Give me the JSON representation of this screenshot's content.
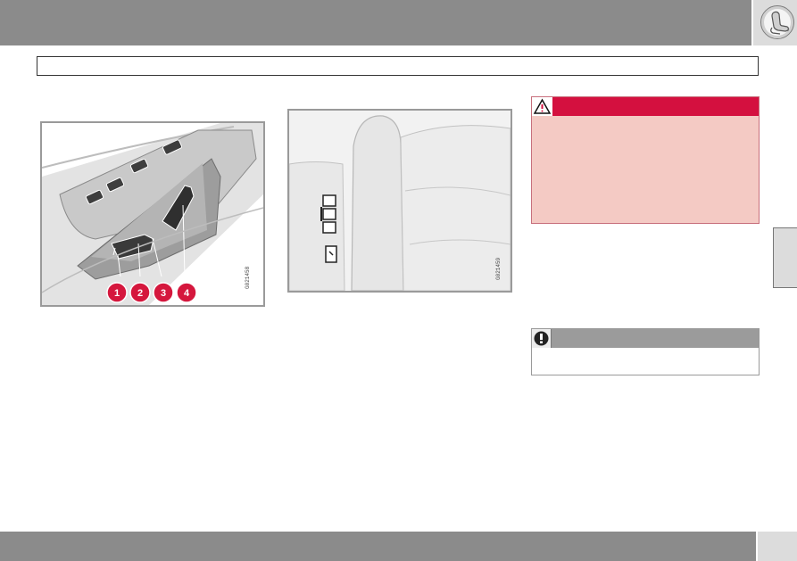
{
  "header": {
    "badge_icon": "seat-adjust-icon"
  },
  "figure_left": {
    "image_code": "G021458",
    "callouts": [
      "1",
      "2",
      "3",
      "4"
    ],
    "callout_color": "#d5173d"
  },
  "figure_right": {
    "image_code": "G021459"
  },
  "warning_box": {
    "icon": "warning-triangle-icon",
    "header_color": "#d4103f",
    "body_color": "#f4cac4"
  },
  "note_box": {
    "icon": "important-note-icon",
    "header_color": "#9b9b9b"
  },
  "chapter_tab": {
    "color": "#dcdcdc"
  }
}
